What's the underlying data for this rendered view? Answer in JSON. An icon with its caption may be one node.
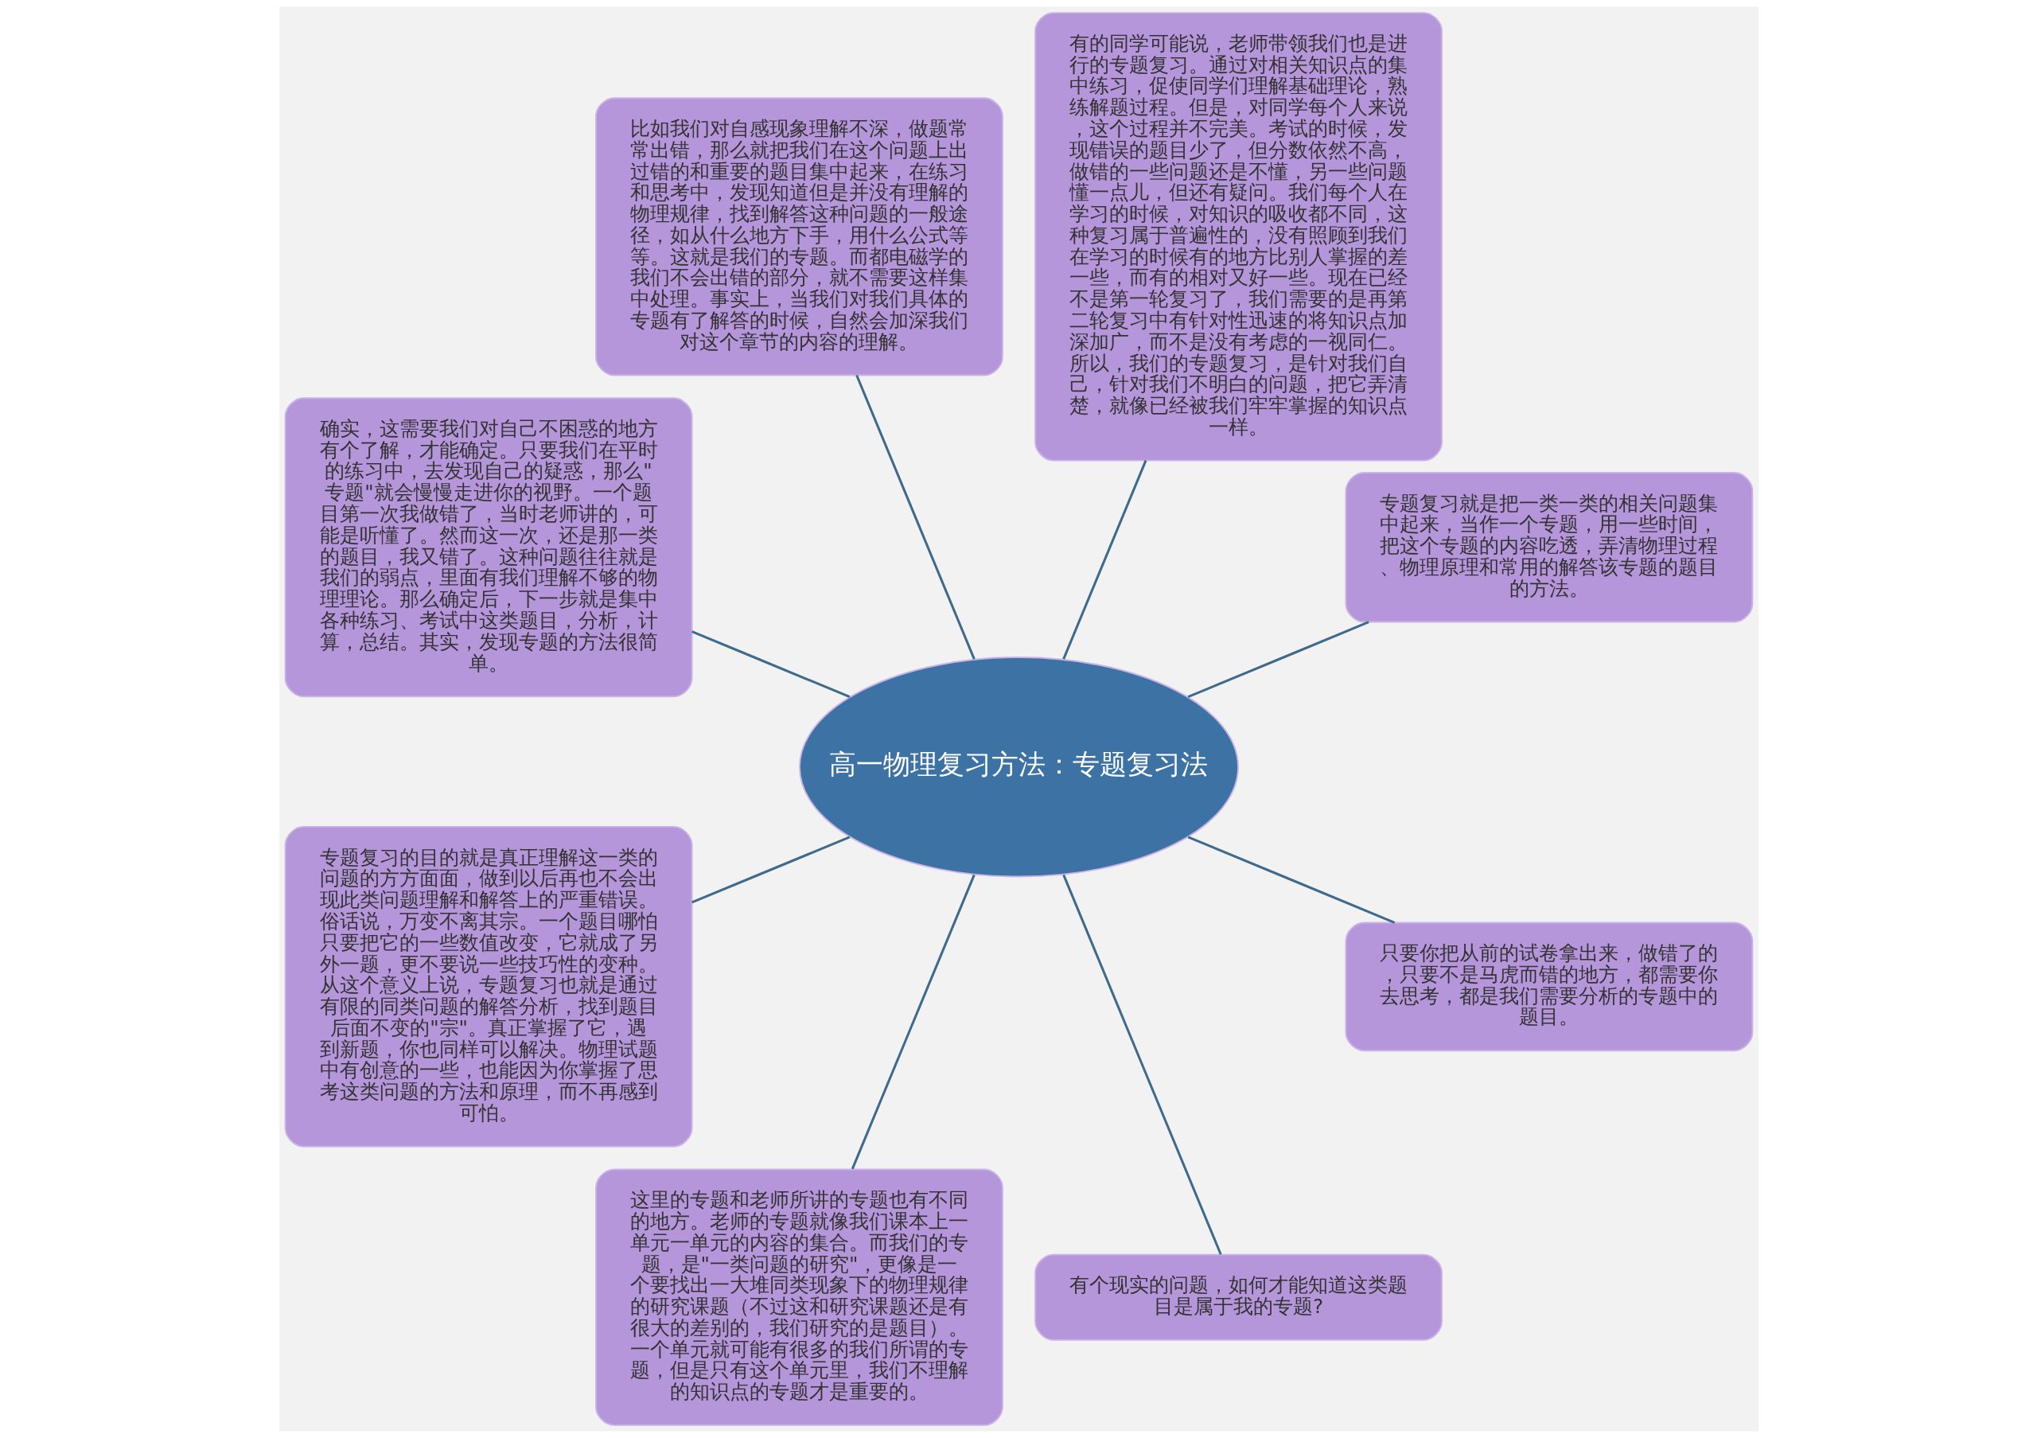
{
  "diagram": {
    "nodes": [
      {
        "text": [
          "高一物理复习方法：专题复习法"
        ]
      },
      {
        "text": [
          "专题复习就是把一类一类的相关问题集中起来，当作一个专题，用一些时间，把这个专题的内容吃透，弄清物理过程、物理原理和常用的解答该专题的题目的方法。"
        ]
      },
      {
        "text": [
          "有的同学可能说，老师带领我们也是进行的专题复习。通过对相关知识点的集中练习，促使同学们理解基础理论，熟练解题过程。但是，对同学每个人来说，这个过程并不完美。考试的时候，发现错误的题目少了，但分数依然不高，做错的一些问题还是不懂，另一些问题懂一点儿，但还有疑问。我们每个人在学习的时候，对知识的吸收都不同，这种复习属于普遍性的，没有照顾到我们在学习的时候有的地方比别人掌握的差一些，而有的相对又好一些。现在已经不是第一轮复习了，我们需要的是再第二轮复习中有针对性迅速的将知识点加深加广，而不是没有考虑的一视同仁。所以，我们的专题复习，是针对我们自己，针对我们不明白的问题，把它弄清楚，就像已经被我们牢牢掌握的知识点一样。"
        ]
      },
      {
        "text": [
          "比如我们对自感现象理解不深，做题常常出错，那么就把我们在这个问题上出过错的和重要的题目集中起来，在练习和思考中，发现知道但是并没有理解的物理规律，找到解答这种问题的一般途径，如从什么地方下手，用什么公式等等。这就是我们的专题。而都电磁学的我们不会出错的部分，就不需要这样集中处理。事实上，当我们对我们具体的专题有了解答的时候，自然会加深我们对这个章节的内容的理解。"
        ]
      },
      {
        "text": [
          "确实，这需要我们对自己不困惑的地方有个了解，才能确定。只要我们在平时的练习中，去发现自己的疑惑，那么\"专题\"就会慢慢走进你的视野。一个题目第一次我做错了，当时老师讲的，可能是听懂了。然而这一次，还是那一类的题目，我又错了。这种问题往往就是我们的弱点，里面有我们理解不够的物理理论。那么确定后，下一步就是集中各种练习、考试中这类题目，分析，计算，总结。其实，发现专题的方法很简单。"
        ]
      },
      {
        "text": [
          "专题复习的目的就是真正理解这一类的问题的方方面面，做到以后再也不会出现此类问题理解和解答上的严重错误。俗话说，万变不离其宗。一个题目哪怕只要把它的一些数值改变，它就成了另外一题，更不要说一些技巧性的变种。从这个意义上说，专题复习也就是通过有限的同类问题的解答分析，找到题目后面不变的\"宗\"。真正掌握了它，遇到新题，你也同样可以解决。物理试题中有创意的一些，也能因为你掌握了思考这类问题的方法和原理，而不再感到可怕。"
        ]
      },
      {
        "text": [
          "这里的专题和老师所讲的专题也有不同的地方。老师的专题就像我们课本上一单元一单元的内容的集合。而我们的专题，是\"一类问题的研究\"，更像是一个要找出一大堆同类现象下的物理规律的研究课题（不过这和研究课题还是有很大的差别的，我们研究的是题目）。一个单元就可能有很多的我们所谓的专题，但是只有这个单元里，我们不理解的知识点的专题才是重要的。"
        ]
      },
      {
        "text": [
          "有个现实的问题，如何才能知道这类题目是属于我的专题?"
        ]
      },
      {
        "text": [
          "只要你把从前的试卷拿出来，做错了的，只要不是马虎而错的地方，都需要你去思考，都是我们需要分析的专题中的题目。"
        ]
      }
    ],
    "edges": [
      {
        "from": 0,
        "to": 1,
        "arrow": "none"
      },
      {
        "from": 0,
        "to": 2,
        "arrow": "none"
      },
      {
        "from": 0,
        "to": 3,
        "arrow": "none"
      },
      {
        "from": 0,
        "to": 4,
        "arrow": "none"
      },
      {
        "from": 0,
        "to": 5,
        "arrow": "none"
      },
      {
        "from": 0,
        "to": 6,
        "arrow": "none"
      },
      {
        "from": 0,
        "to": 7,
        "arrow": "none"
      },
      {
        "from": 0,
        "to": 8,
        "arrow": "none"
      }
    ]
  }
}
